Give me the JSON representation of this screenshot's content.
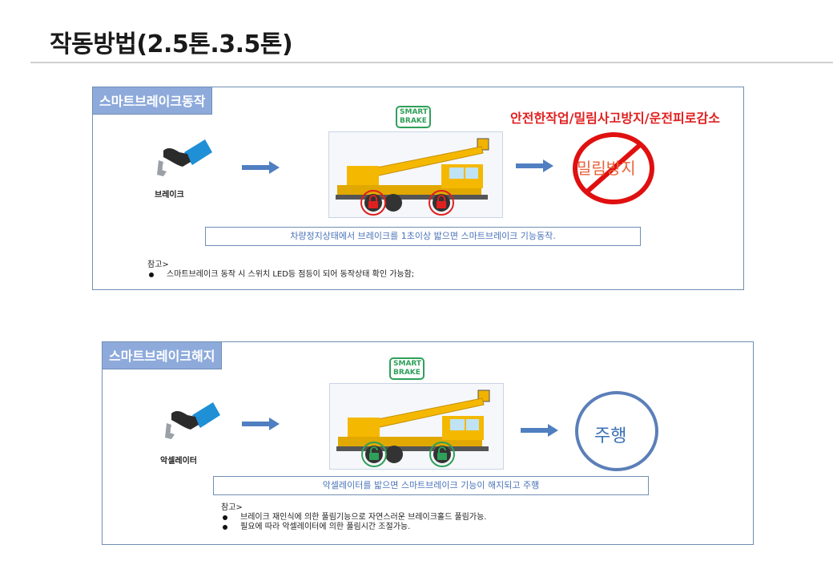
{
  "page": {
    "title": "작동방법(2.5톤.3.5톤)"
  },
  "panel1": {
    "label": "스마트브레이크동작",
    "badge_line1": "SMART",
    "badge_line2": "BRAKE",
    "foot_label": "브레이크",
    "warning": "안전한작업/밀림사고방지/운전피로감소",
    "sign_text": "밀림방지",
    "caption": "차량정지상태에서 브레이크를 1초이상 밟으면 스마트브레이크 기능동작.",
    "note_title": "참고>",
    "notes": [
      "스마트브레이크 동작 시 스위치 LED등 점등이 되어 동작상태 확인 가능함;"
    ],
    "lock_color": "#e02020"
  },
  "panel2": {
    "label": "스마트브레이크해지",
    "badge_line1": "SMART",
    "badge_line2": "BRAKE",
    "foot_label": "악셀레이터",
    "drive_text": "주행",
    "caption": "악셀레이터를 밟으면 스마트브레이크 기능이 해지되고 주행",
    "note_title": "참고>",
    "notes": [
      "브레이크 재인식에 의한 풀림기능으로 자연스러운 브레이크홀드 풀림가능.",
      "필요에 따라 악셀레이터에 의한 풀림시간 조절가능."
    ],
    "lock_color": "#2fa05a"
  },
  "colors": {
    "accent": "#8eaadb",
    "arrow": "#4f7fc0",
    "warning": "#e02020",
    "drive": "#5b7fb8"
  }
}
